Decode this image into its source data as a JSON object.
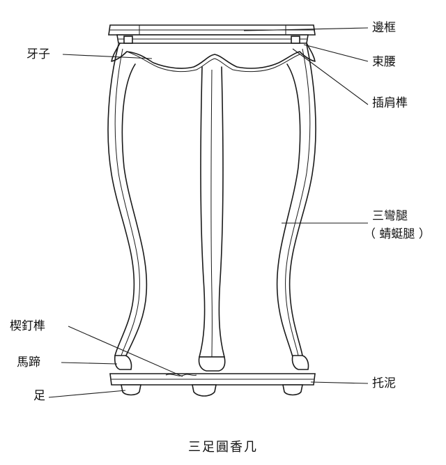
{
  "title": "三足圓香几",
  "labels": {
    "bian_kuang": "邊框",
    "shu_yao": "束腰",
    "cha_jian_sun": "插肩榫",
    "ya_zi": "牙子",
    "san_wan_tui": "三彎腿",
    "qing_ting_tui": "（ 蜻蜓腿 ）",
    "xie_ding_sun": "楔釘榫",
    "ma_ti": "馬蹄",
    "zu": "足",
    "tuo_ni": "托泥"
  },
  "colors": {
    "line": "#1a1a1a",
    "background": "#ffffff"
  }
}
